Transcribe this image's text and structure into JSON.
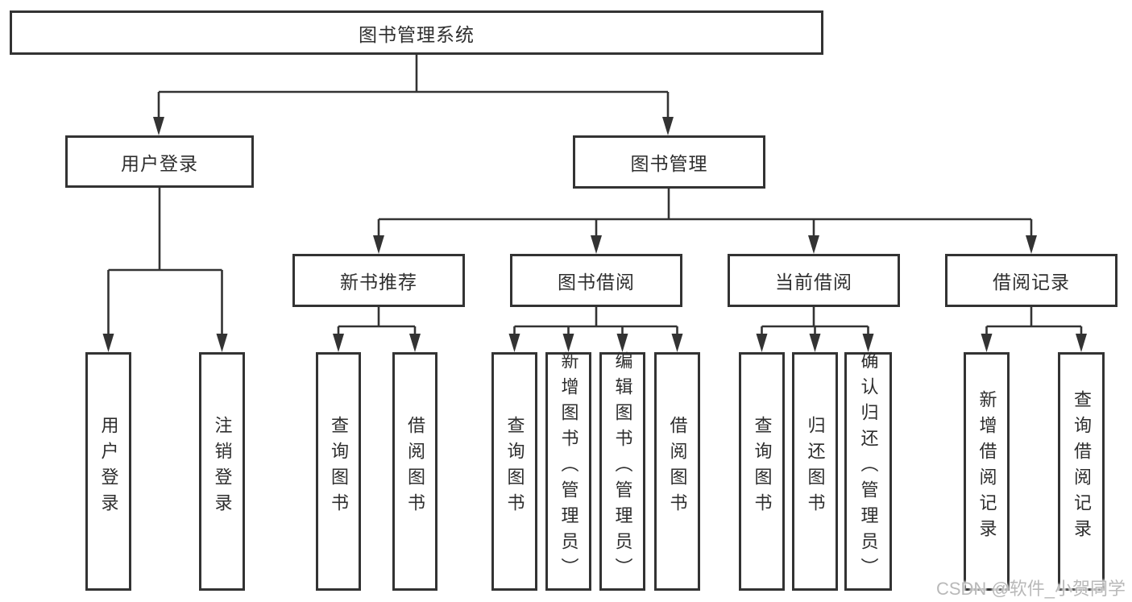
{
  "tree": {
    "label": "图书管理系统",
    "children": [
      {
        "label": "用户登录",
        "children": [
          {
            "label": "用户登录"
          },
          {
            "label": "注销登录"
          }
        ]
      },
      {
        "label": "图书管理",
        "children": [
          {
            "label": "新书推荐",
            "children": [
              {
                "label": "查询图书"
              },
              {
                "label": "借阅图书"
              }
            ]
          },
          {
            "label": "图书借阅",
            "children": [
              {
                "label": "查询图书"
              },
              {
                "label": "新增图书（管理员）"
              },
              {
                "label": "编辑图书（管理员）"
              },
              {
                "label": "借阅图书"
              }
            ]
          },
          {
            "label": "当前借阅",
            "children": [
              {
                "label": "查询图书"
              },
              {
                "label": "归还图书"
              },
              {
                "label": "确认归还（管理员）"
              }
            ]
          },
          {
            "label": "借阅记录",
            "children": [
              {
                "label": "新增借阅记录"
              },
              {
                "label": "查询借阅记录"
              }
            ]
          }
        ]
      }
    ]
  },
  "watermark": "CSDN @软件_小贺同学",
  "colors": {
    "line": "#333333",
    "text": "#2e2e2e",
    "background": "#ffffff",
    "watermark": "#b9b9b9"
  }
}
